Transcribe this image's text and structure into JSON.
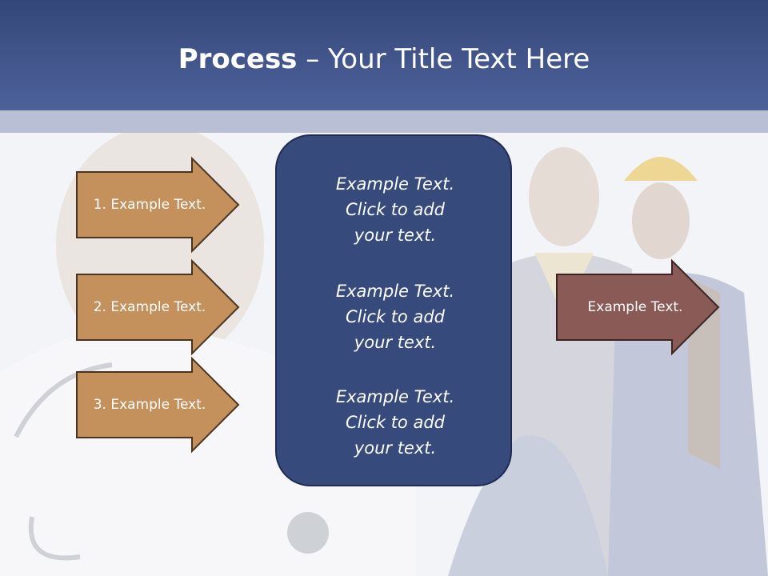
{
  "slide": {
    "title_bold": "Process",
    "title_rest": " – Your Title Text Here"
  },
  "left_steps": [
    {
      "label": "1. Example Text."
    },
    {
      "label": "2. Example Text."
    },
    {
      "label": "3. Example Text."
    }
  ],
  "center_box": {
    "paragraphs": [
      "Example Text.\nClick  to add\nyour text.",
      "Example Text.\nClick  to add\nyour text.",
      "Example Text.\nClick  to add\nyour text."
    ]
  },
  "right_step": {
    "label": "Example Text."
  },
  "colors": {
    "title_bar": "#3f5388",
    "step_fill": "#c4915c",
    "right_step_fill": "#8a5a56",
    "center_fill": "#364a7c"
  }
}
